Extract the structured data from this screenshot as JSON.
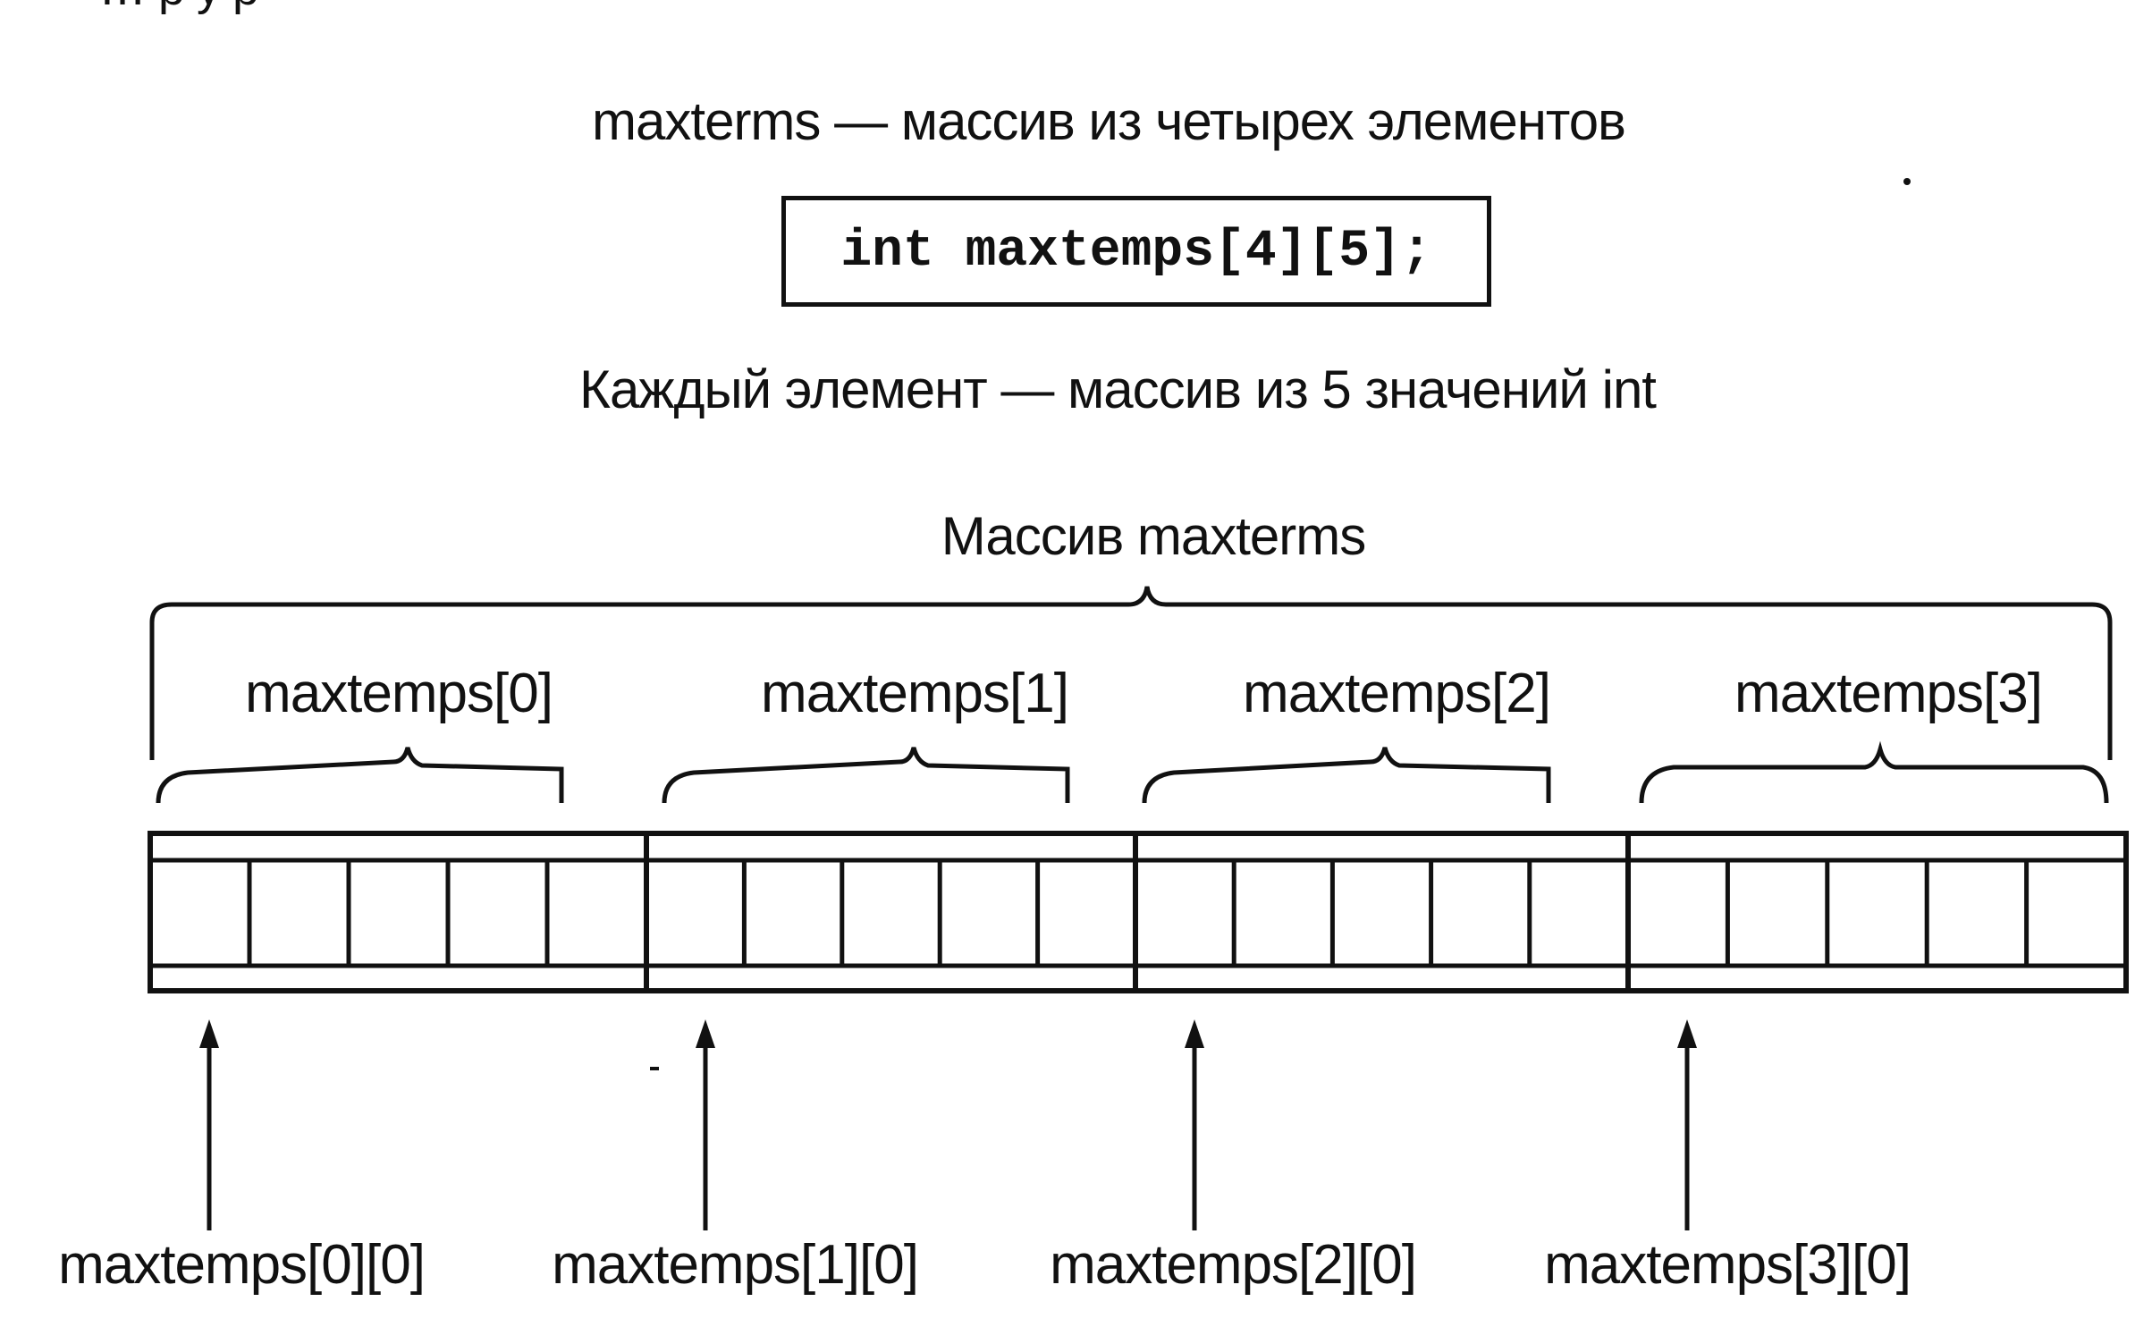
{
  "cut_text": "… р  у р",
  "caption_top": "maxterms — массив из четырех элементов",
  "declaration": "int maxtemps[4][5];",
  "caption_mid": "Каждый элемент — массив из 5 значений int",
  "group_title": "Массив maxterms",
  "rows": [
    {
      "label": "maxtemps[0]",
      "first": "maxtemps[0][0]",
      "cells": 5
    },
    {
      "label": "maxtemps[1]",
      "first": "maxtemps[1][0]",
      "cells": 5
    },
    {
      "label": "maxtemps[2]",
      "first": "maxtemps[2][0]",
      "cells": 5
    },
    {
      "label": "maxtemps[3]",
      "first": "maxtemps[3][0]",
      "cells": 5
    }
  ],
  "colors": {
    "ink": "#111111",
    "background": "#ffffff"
  }
}
